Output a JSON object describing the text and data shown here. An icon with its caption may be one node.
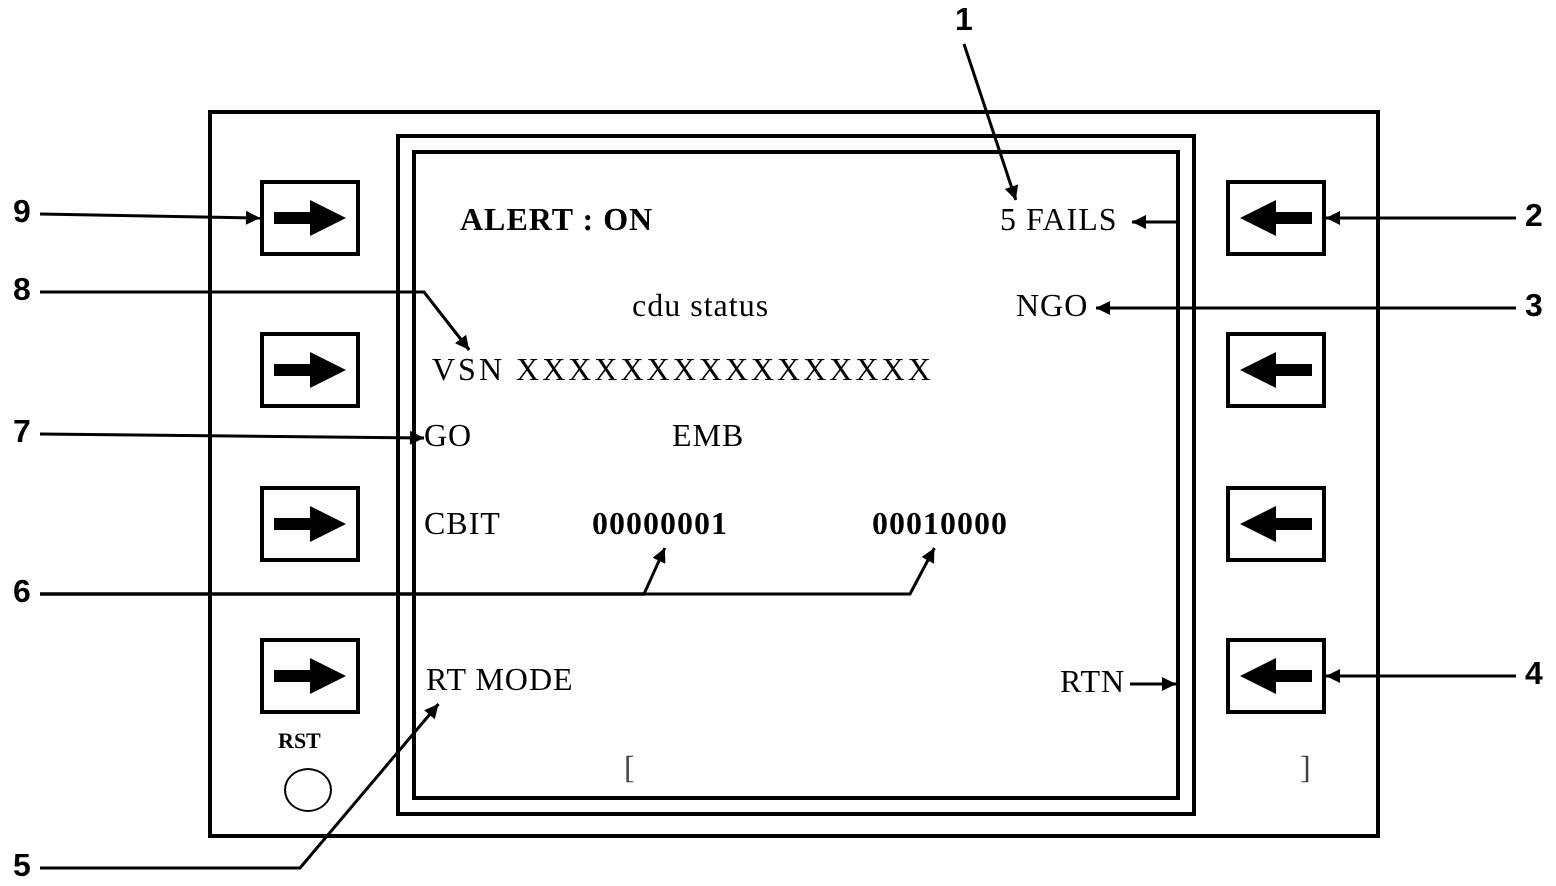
{
  "diagram": {
    "nodes": [
      {
        "text": [],
        "shape": "box"
      },
      {
        "text": [],
        "shape": "box",
        "in": 0
      },
      {
        "text": [],
        "shape": "box",
        "in": 0
      },
      {
        "text": [],
        "shape": "box",
        "in": 0
      },
      {
        "text": [],
        "shape": "box",
        "in": 0
      },
      {
        "text": [],
        "shape": "box",
        "in": 0
      },
      {
        "text": [],
        "shape": "box",
        "in": 0
      },
      {
        "text": [],
        "shape": "box",
        "in": 0
      },
      {
        "text": [],
        "shape": "box",
        "in": 0
      },
      {
        "text": [],
        "shape": "box",
        "in": 0
      },
      {
        "text": [],
        "shape": "circle",
        "in": 0,
        "beside": [
          "RST"
        ]
      },
      {
        "text": [
          "ALERT : ON"
        ],
        "in": 1
      },
      {
        "text": [
          "5 FAILS"
        ],
        "in": 1
      },
      {
        "text": [
          "cdu status"
        ],
        "in": 1
      },
      {
        "text": [
          "NGO"
        ],
        "in": 1
      },
      {
        "text": [
          "VSN XXXXXXXXXXXXXXXX"
        ],
        "in": 1
      },
      {
        "text": [
          "GO"
        ],
        "in": 1
      },
      {
        "text": [
          "EMB"
        ],
        "in": 1
      },
      {
        "text": [
          "CBIT"
        ],
        "in": 1
      },
      {
        "text": [
          "00000001"
        ],
        "in": 1
      },
      {
        "text": [
          "00010000"
        ],
        "in": 1
      },
      {
        "text": [
          "RT MODE"
        ],
        "in": 1
      },
      {
        "text": [
          "RTN"
        ],
        "in": 1
      },
      {
        "text": [
          "1"
        ]
      },
      {
        "text": [
          "2"
        ]
      },
      {
        "text": [
          "3"
        ]
      },
      {
        "text": [
          "4"
        ]
      },
      {
        "text": [
          "5"
        ]
      },
      {
        "text": [
          "6"
        ]
      },
      {
        "text": [
          "7"
        ]
      },
      {
        "text": [
          "8"
        ]
      },
      {
        "text": [
          "9"
        ]
      }
    ],
    "edges": [
      {
        "from": 23,
        "to": 12,
        "arrow": "to"
      },
      {
        "from": 24,
        "to": 6,
        "arrow": "to"
      },
      {
        "from": 25,
        "to": 14,
        "arrow": "to"
      },
      {
        "from": 26,
        "to": 9,
        "arrow": "to"
      },
      {
        "from": 27,
        "to": 21,
        "arrow": "to"
      },
      {
        "from": 28,
        "to": 19,
        "arrow": "to"
      },
      {
        "from": 28,
        "to": 20,
        "arrow": "to"
      },
      {
        "from": 29,
        "to": 16,
        "arrow": "to"
      },
      {
        "from": 30,
        "to": 15,
        "arrow": "to"
      },
      {
        "from": 31,
        "to": 2,
        "arrow": "to"
      },
      {
        "from": null,
        "to": 12,
        "arrow": "to"
      },
      {
        "from": 22,
        "to": null,
        "arrow": "to"
      }
    ],
    "labels": [
      "[",
      "]"
    ]
  }
}
